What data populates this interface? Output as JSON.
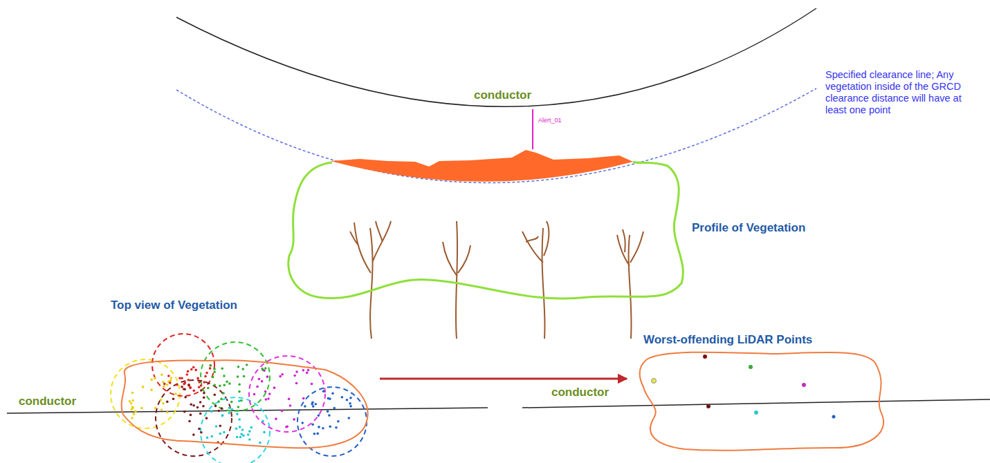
{
  "diagram": {
    "nodes": [
      {
        "text": [
          "Profile of Vegetation"
        ]
      },
      {
        "text": [
          "Top view of Vegetation"
        ]
      },
      {
        "text": [
          "Worst-offending LiDAR Points"
        ]
      }
    ],
    "edges": [
      {
        "from": 1,
        "to": 2,
        "arrow": "to"
      }
    ],
    "labels": [
      "conductor",
      "Alert_01",
      "Specified clearance line; Any vegetation inside of the GRCD clearance distance will have at least one point",
      "conductor",
      "conductor"
    ]
  }
}
